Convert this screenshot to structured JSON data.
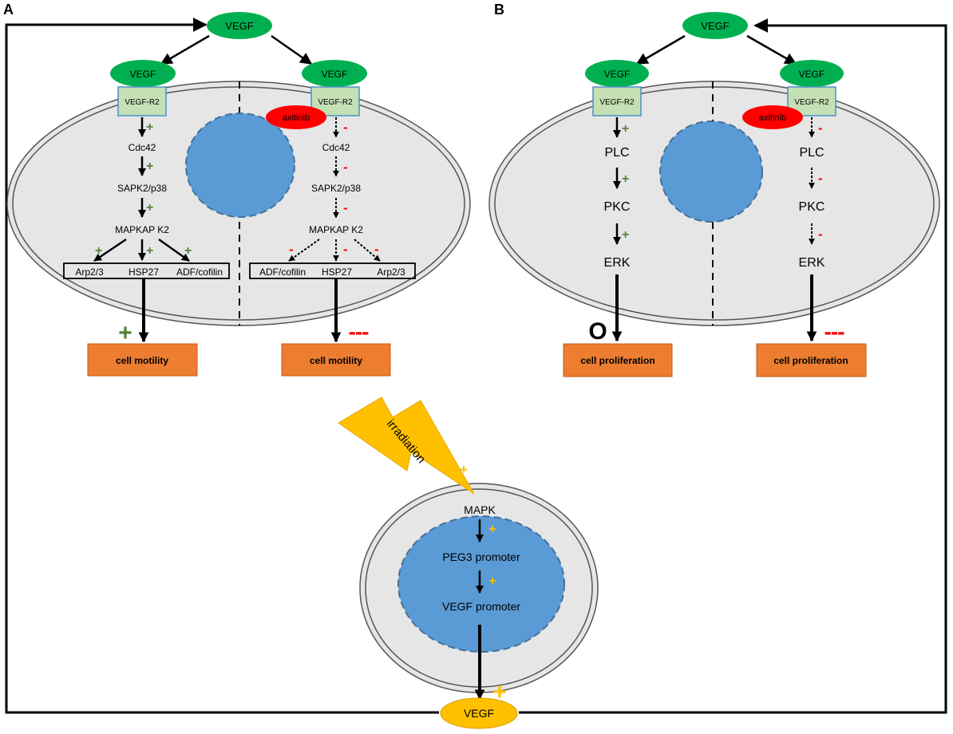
{
  "panels": {
    "a": {
      "letter": "A",
      "vegf_top": "VEGF",
      "left": {
        "vegf": "VEGF",
        "receptor": "VEGF-R2",
        "steps": [
          "Cdc42",
          "SAPK2/p38",
          "MAPKAP K2"
        ],
        "targets": [
          "Arp2/3",
          "HSP27",
          "ADF/cofilin"
        ],
        "outcome": "cell motility",
        "sign": "+",
        "outcome_sign": "+"
      },
      "right": {
        "vegf": "VEGF",
        "receptor": "VEGF-R2",
        "inhibitor": "axitinib",
        "steps": [
          "Cdc42",
          "SAPK2/p38",
          "MAPKAP K2"
        ],
        "targets": [
          "ADF/cofilin",
          "HSP27",
          "Arp2/3"
        ],
        "outcome": "cell motility",
        "sign": "-",
        "outcome_sign": "---"
      }
    },
    "b": {
      "letter": "B",
      "vegf_top": "VEGF",
      "left": {
        "vegf": "VEGF",
        "receptor": "VEGF-R2",
        "steps": [
          "PLC",
          "PKC",
          "ERK"
        ],
        "outcome": "cell proliferation",
        "sign": "+",
        "outcome_sign": "O"
      },
      "right": {
        "vegf": "VEGF",
        "receptor": "VEGF-R2",
        "inhibitor": "axitinib",
        "steps": [
          "PLC",
          "PKC",
          "ERK"
        ],
        "outcome": "cell proliferation",
        "sign": "-",
        "outcome_sign": "---"
      }
    }
  },
  "bottom": {
    "irradiation": "irradiation",
    "irradiation_sign": "+",
    "steps": [
      "MAPK",
      "PEG3 promoter",
      "VEGF promoter"
    ],
    "sign": "+",
    "vegf": "VEGF",
    "vegf_sign": "+"
  },
  "colors": {
    "green_ellipse": "#00b050",
    "receptor_fill": "#c5e0b4",
    "receptor_border": "#4a90c8",
    "inhibitor": "#ff0000",
    "nucleus": "#5b9bd5",
    "cell": "#e7e6e6",
    "outcome_box": "#ed7d31",
    "plus_green": "#548235",
    "minus_red": "#ff0000",
    "plus_orange": "#ffc000",
    "vegf_bottom": "#ffc000"
  }
}
